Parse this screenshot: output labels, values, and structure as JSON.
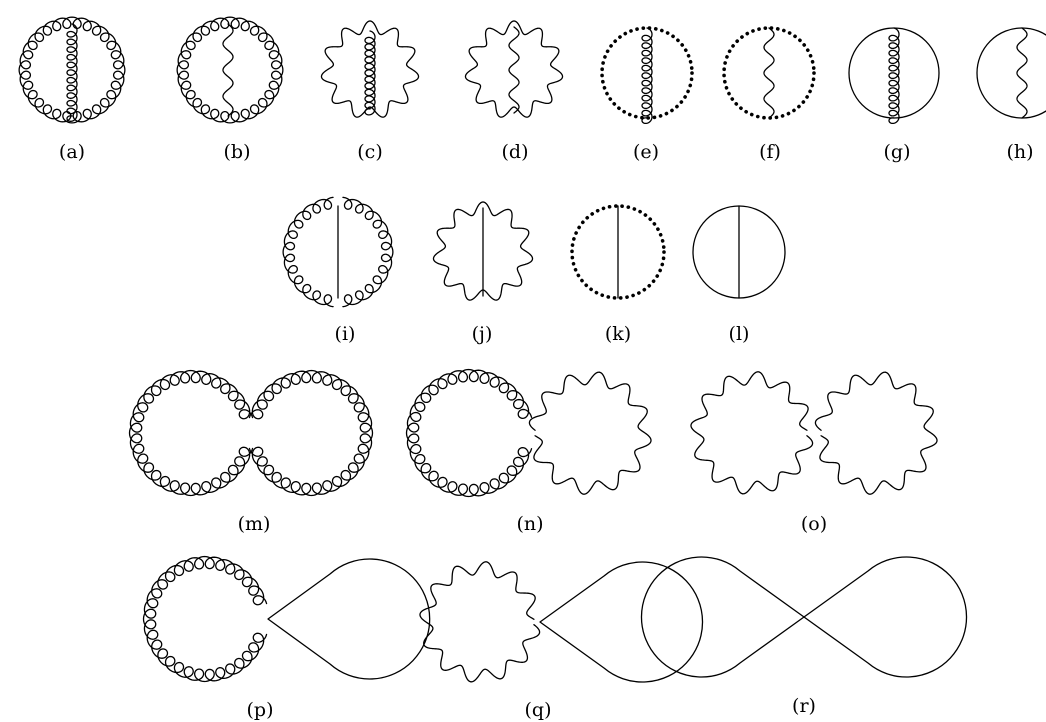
{
  "figure": {
    "diagrams": [
      {
        "id": "a",
        "label": "(a)"
      },
      {
        "id": "b",
        "label": "(b)"
      },
      {
        "id": "c",
        "label": "(c)"
      },
      {
        "id": "d",
        "label": "(d)"
      },
      {
        "id": "e",
        "label": "(e)"
      },
      {
        "id": "f",
        "label": "(f)"
      },
      {
        "id": "g",
        "label": "(g)"
      },
      {
        "id": "h",
        "label": "(h)"
      },
      {
        "id": "i",
        "label": "(i)"
      },
      {
        "id": "j",
        "label": "(j)"
      },
      {
        "id": "k",
        "label": "(k)"
      },
      {
        "id": "l",
        "label": "(l)"
      },
      {
        "id": "m",
        "label": "(m)"
      },
      {
        "id": "n",
        "label": "(n)"
      },
      {
        "id": "o",
        "label": "(o)"
      },
      {
        "id": "p",
        "label": "(p)"
      },
      {
        "id": "q",
        "label": "(q)"
      },
      {
        "id": "r",
        "label": "(r)"
      }
    ]
  }
}
